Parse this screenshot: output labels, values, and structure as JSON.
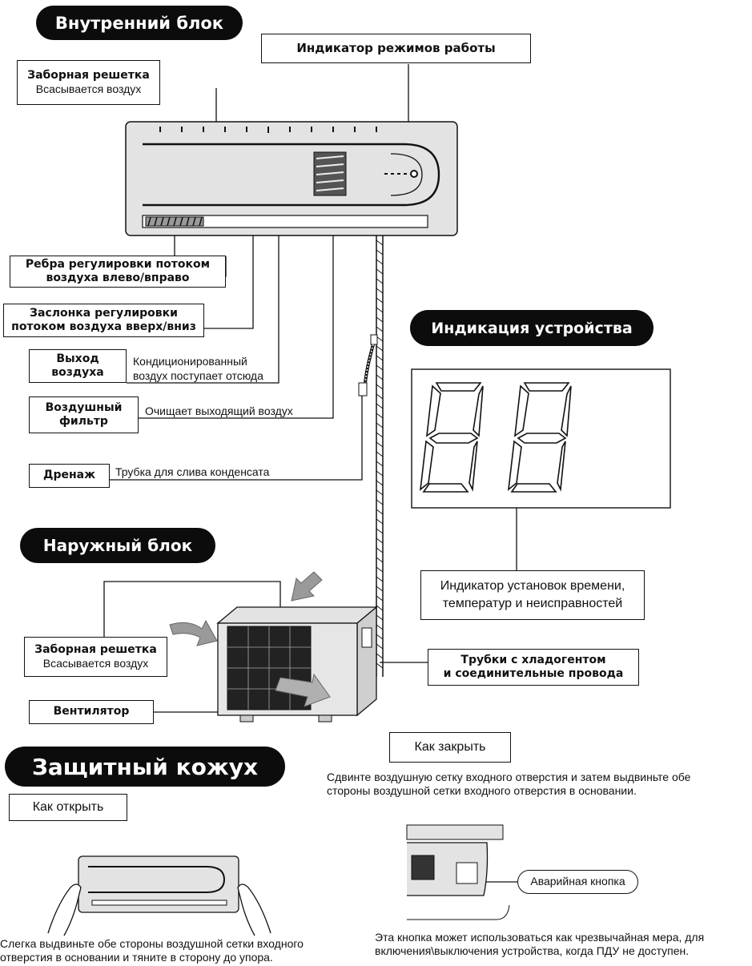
{
  "sections": {
    "indoor_unit": "Внутренний блок",
    "device_indication": "Индикация устройства",
    "outdoor_unit": "Наружный блок",
    "protective_cover": "Защитный кожух"
  },
  "indoor": {
    "mode_indicator": "Индикатор режимов работы",
    "intake_grille_title": "Заборная решетка",
    "intake_grille_desc": "Всасывается воздух",
    "fins_line1": "Ребра регулировки потоком",
    "fins_line2": "воздуха влево/вправо",
    "flap_line1": "Заслонка регулировки",
    "flap_line2": "потоком воздуха вверх/вниз",
    "outlet_line1": "Выход",
    "outlet_line2": "воздуха",
    "outlet_desc_line1": "Кондиционированный",
    "outlet_desc_line2": "воздух поступает отсюда",
    "filter_line1": "Воздушный",
    "filter_line2": "фильтр",
    "filter_desc": "Очищает выходящий воздух",
    "drain_title": "Дренаж",
    "drain_desc": "Трубка для слива конденсата"
  },
  "display": {
    "digits": "88",
    "indicator_line1": "Индикатор установок времени,",
    "indicator_line2": "температур и неисправностей"
  },
  "outdoor": {
    "intake_grille_title": "Заборная решетка",
    "intake_grille_desc": "Всасывается воздух",
    "fan": "Вентилятор",
    "pipes_line1": "Трубки с хладогентом",
    "pipes_line2": "и соединительные провода"
  },
  "cover": {
    "how_open": "Как открыть",
    "how_close": "Как закрыть",
    "close_desc_line1": "Сдвинте воздушную сетку входного отверстия и затем выдвиньте обе",
    "close_desc_line2": "стороны воздушной сетки входного отверстия в основании.",
    "emergency_button": "Аварийная кнопка",
    "open_desc_line1": "Слегка выдвиньте обе стороны воздушной сетки входного",
    "open_desc_line2": "отверстия в основании и тяните в сторону до упора.",
    "emergency_desc_line1": "Эта кнопка может использоваться как чрезвычайная мера, для",
    "emergency_desc_line2": "включения\\выключения устройства, когда ПДУ не доступен."
  }
}
